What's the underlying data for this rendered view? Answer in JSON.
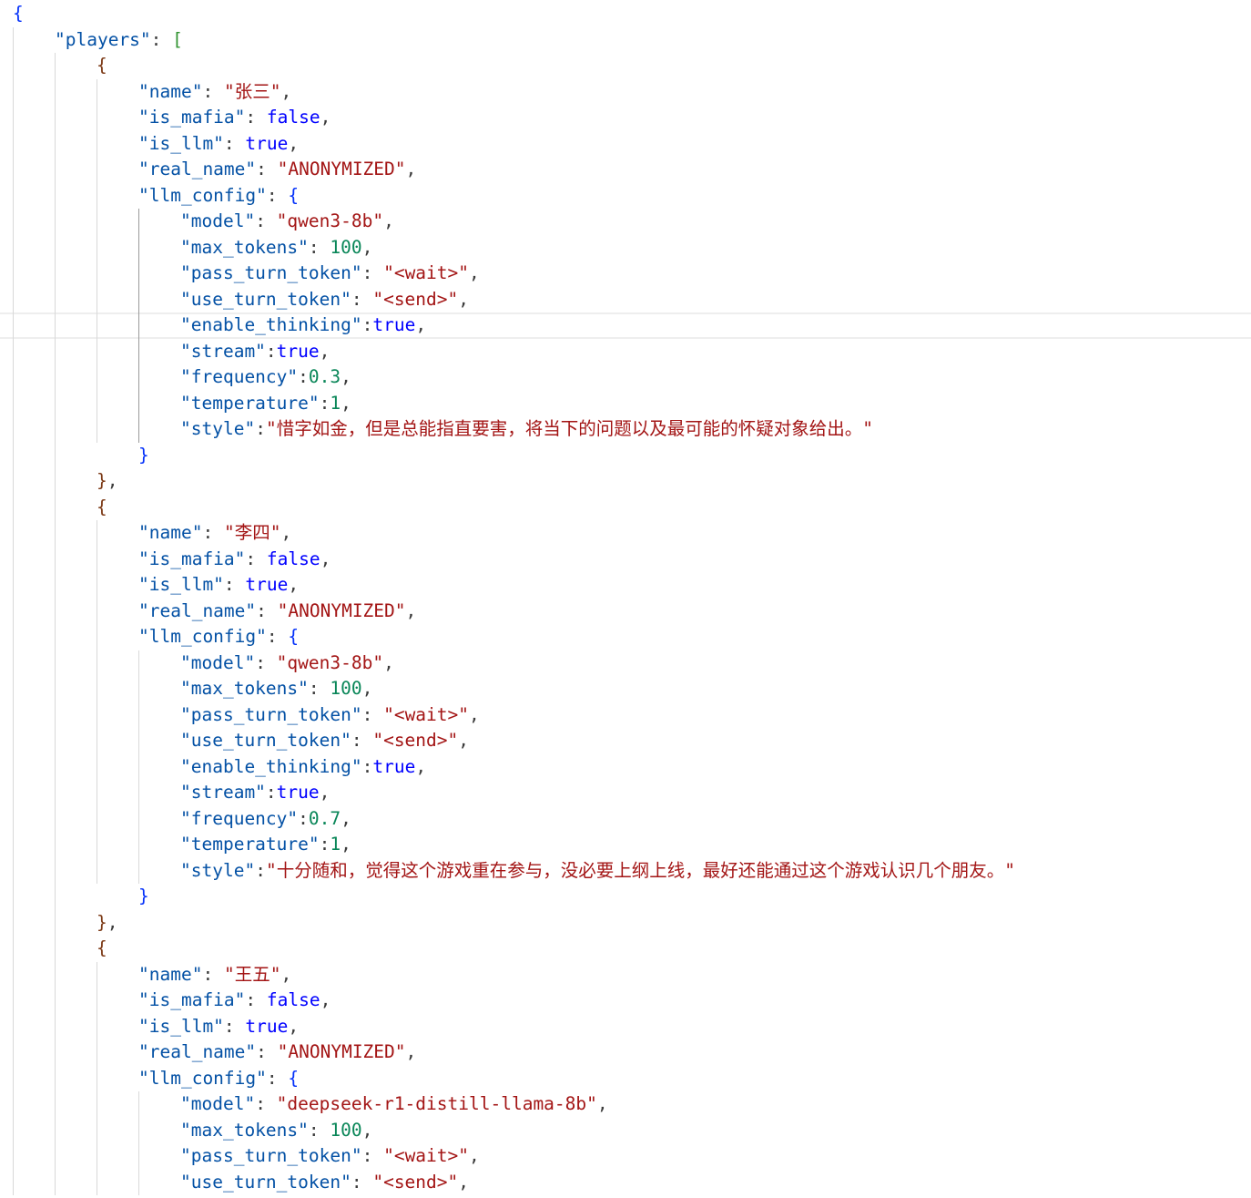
{
  "players": [
    {
      "name": "张三",
      "is_mafia": "false",
      "is_llm": "true",
      "real_name": "ANONYMIZED",
      "llm_config": {
        "model": "qwen3-8b",
        "max_tokens": "100",
        "pass_turn_token": "<wait>",
        "use_turn_token": "<send>",
        "enable_thinking": "true",
        "stream": "true",
        "frequency": "0.3",
        "temperature": "1",
        "style": "惜字如金，但是总能指直要害，将当下的问题以及最可能的怀疑对象给出。"
      }
    },
    {
      "name": "李四",
      "is_mafia": "false",
      "is_llm": "true",
      "real_name": "ANONYMIZED",
      "llm_config": {
        "model": "qwen3-8b",
        "max_tokens": "100",
        "pass_turn_token": "<wait>",
        "use_turn_token": "<send>",
        "enable_thinking": "true",
        "stream": "true",
        "frequency": "0.7",
        "temperature": "1",
        "style": "十分随和，觉得这个游戏重在参与，没必要上纲上线，最好还能通过这个游戏认识几个朋友。"
      }
    },
    {
      "name": "王五",
      "is_mafia": "false",
      "is_llm": "true",
      "real_name": "ANONYMIZED",
      "llm_config": {
        "model": "deepseek-r1-distill-llama-8b",
        "max_tokens": "100",
        "pass_turn_token": "<wait>",
        "use_turn_token": "<send>"
      }
    }
  ]
}
